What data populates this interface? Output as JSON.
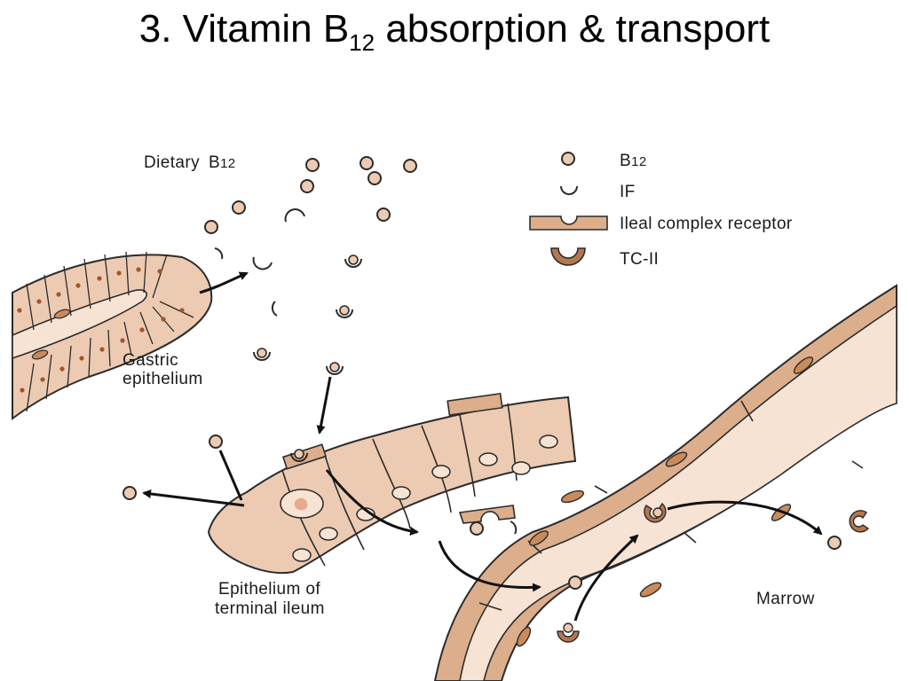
{
  "slide": {
    "title_main": "3. Vitamin B",
    "title_sub": "12",
    "title_rest": " absorption & transport"
  },
  "labels": {
    "dietary_text": "Dietary",
    "dietary_b": "B",
    "dietary_sub": "12",
    "gastric_line1": "Gastric",
    "gastric_line2": "epithelium",
    "ileum_line1": "Epithelium of",
    "ileum_line2": "terminal ileum",
    "marrow": "Marrow"
  },
  "legend": {
    "b12_b": "B",
    "b12_sub": "12",
    "if": "IF",
    "receptor": "Ileal complex receptor",
    "tc2": "TC-II"
  },
  "colors": {
    "tissue": "#eccbb2",
    "tissue_light": "#f6e3d3",
    "outline": "#2b2b2b",
    "tc2": "#b5774e",
    "vessel_wall": "#dcae8c",
    "nucleus": "#c98a5c"
  }
}
